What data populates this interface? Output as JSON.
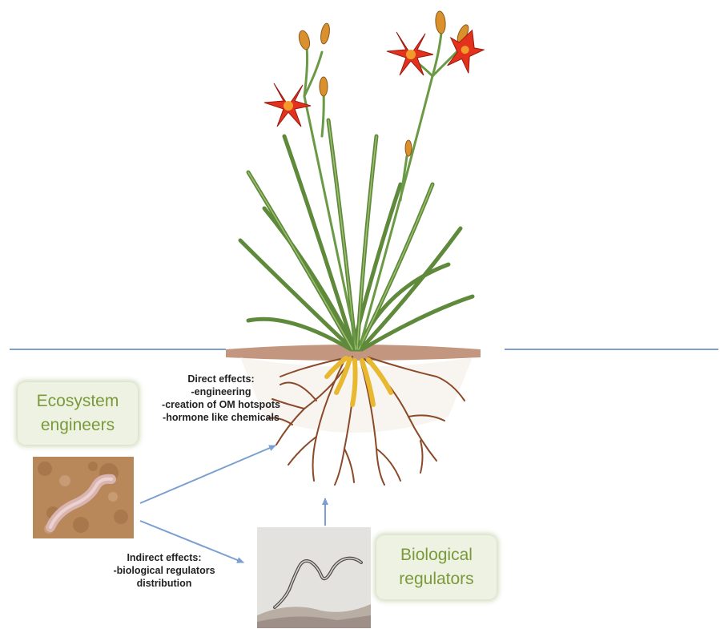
{
  "boxes": {
    "ecosystem_engineers": [
      "Ecosystem",
      "engineers"
    ],
    "biological_regulators": [
      "Biological",
      "regulators"
    ]
  },
  "direct_effects": {
    "title": "Direct effects:",
    "items": [
      "-engineering",
      "-creation of OM hotspots",
      "-hormone like chemicals"
    ]
  },
  "indirect_effects": {
    "title": "Indirect effects:",
    "lines": [
      "-biological regulators",
      "distribution"
    ]
  },
  "colors": {
    "soil_line": "#7f9fcf",
    "arrow": "#7a9fd0",
    "box_text": "#7a9a3a",
    "box_bg": "#eef2e2",
    "leaf": "#5f8a3c",
    "flower": "#e2311d",
    "root": "#8a4a2a",
    "root_yellow": "#e8b830"
  },
  "icons": [
    "lily-plant-illustration",
    "earthworm-photo",
    "nematode-photo"
  ]
}
